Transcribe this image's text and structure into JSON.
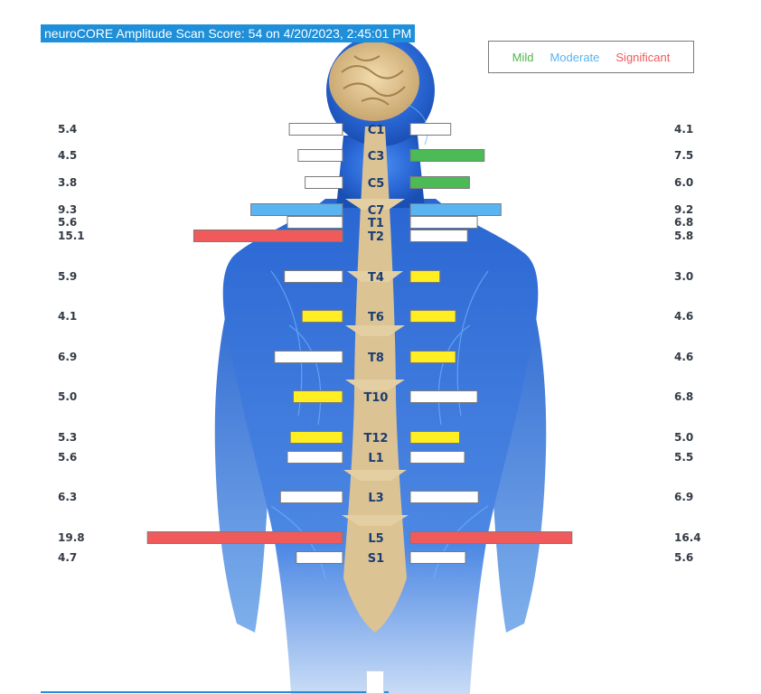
{
  "title": "neuroCORE Amplitude Scan Score: 54 on 4/20/2023, 2:45:01 PM",
  "legend": [
    {
      "label": "Mild",
      "color": "#4cb848"
    },
    {
      "label": "Moderate",
      "color": "#5bb3f0"
    },
    {
      "label": "Significant",
      "color": "#f05a5a"
    }
  ],
  "colors": {
    "none": "#ffffff",
    "low": "#ffee22",
    "mild": "#4cbb55",
    "moderate": "#5ab4f2",
    "significant": "#f05a5a",
    "body": "#1f5fc8",
    "spine": "#dcc394",
    "label": "#1b3d70"
  },
  "chart_data": {
    "type": "bar",
    "levels": [
      {
        "label": "C1",
        "left": 5.4,
        "right": 4.1,
        "left_level": "none",
        "right_level": "none"
      },
      {
        "label": "C3",
        "left": 4.5,
        "right": 7.5,
        "left_level": "none",
        "right_level": "mild"
      },
      {
        "label": "C5",
        "left": 3.8,
        "right": 6.0,
        "left_level": "none",
        "right_level": "mild"
      },
      {
        "label": "C7",
        "left": 9.3,
        "right": 9.2,
        "left_level": "moderate",
        "right_level": "moderate"
      },
      {
        "label": "T1",
        "left": 5.6,
        "right": 6.8,
        "left_level": "none",
        "right_level": "none"
      },
      {
        "label": "T2",
        "left": 15.1,
        "right": 5.8,
        "left_level": "significant",
        "right_level": "none"
      },
      {
        "label": "T4",
        "left": 5.9,
        "right": 3.0,
        "left_level": "none",
        "right_level": "low"
      },
      {
        "label": "T6",
        "left": 4.1,
        "right": 4.6,
        "left_level": "low",
        "right_level": "low"
      },
      {
        "label": "T8",
        "left": 6.9,
        "right": 4.6,
        "left_level": "none",
        "right_level": "low"
      },
      {
        "label": "T10",
        "left": 5.0,
        "right": 6.8,
        "left_level": "low",
        "right_level": "none"
      },
      {
        "label": "T12",
        "left": 5.3,
        "right": 5.0,
        "left_level": "low",
        "right_level": "low"
      },
      {
        "label": "L1",
        "left": 5.6,
        "right": 5.5,
        "left_level": "none",
        "right_level": "none"
      },
      {
        "label": "L3",
        "left": 6.3,
        "right": 6.9,
        "left_level": "none",
        "right_level": "none"
      },
      {
        "label": "L5",
        "left": 19.8,
        "right": 16.4,
        "left_level": "significant",
        "right_level": "significant"
      },
      {
        "label": "S1",
        "left": 4.7,
        "right": 5.6,
        "left_level": "none",
        "right_level": "none"
      }
    ]
  }
}
